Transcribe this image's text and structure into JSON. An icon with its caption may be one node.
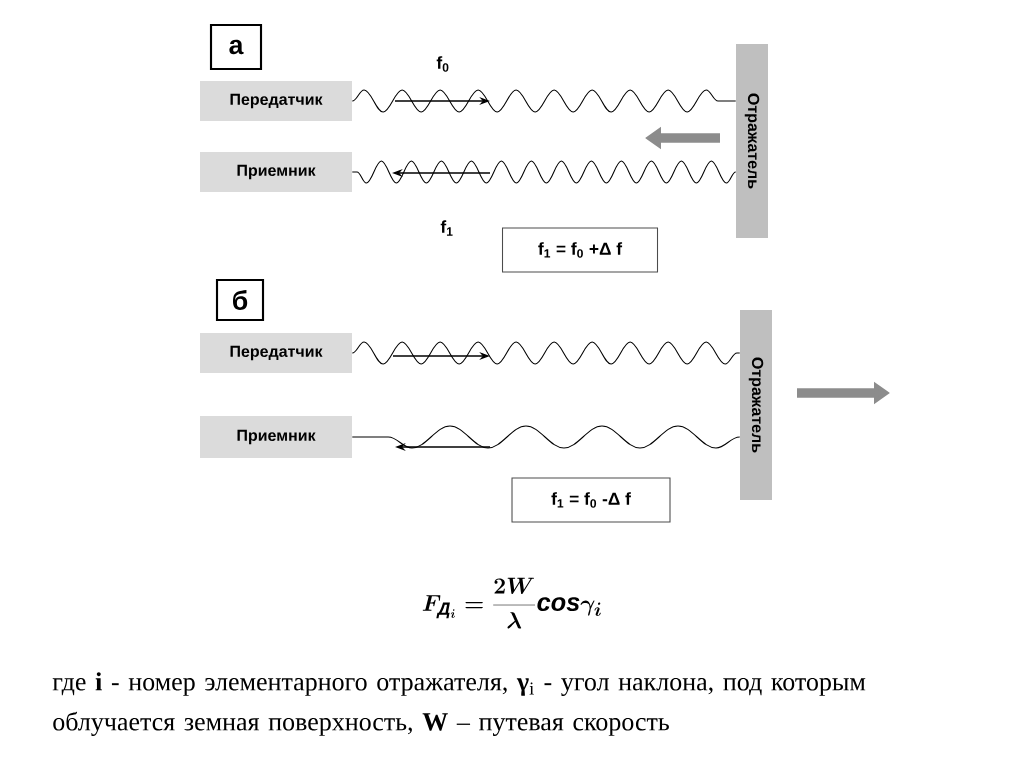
{
  "diagram": {
    "nodes": [
      {
        "text": [
          "а"
        ]
      },
      {
        "text": [
          "Передатчик"
        ]
      },
      {
        "text": [
          "Приемник"
        ]
      },
      {
        "text": [
          "Отражатель"
        ]
      },
      {
        "text": [
          "f$_{1}$ = f$_{0}$ +Δ f"
        ]
      },
      {
        "text": [
          "б"
        ]
      },
      {
        "text": [
          "Передатчик"
        ]
      },
      {
        "text": [
          "Приемник"
        ]
      },
      {
        "text": [
          "Отражатель"
        ]
      },
      {
        "text": [
          "f$_{1}$ = f$_{0}$ -Δ f"
        ]
      }
    ],
    "edges": [
      {
        "from": 1,
        "to": 3,
        "arrow": "none"
      },
      {
        "from": 3,
        "to": 2,
        "arrow": "none"
      },
      {
        "from": 6,
        "to": 8,
        "arrow": "none"
      },
      {
        "from": 8,
        "to": 7,
        "arrow": "none"
      }
    ],
    "labels": [
      "f$_{0}$",
      "f$_{1}$",
      "F_{\\mathit{Д}_{i}}=\\frac{2W}{\\lambda}\\mathit{cos}\\gamma_{i}",
      "где **i** - номер элементарного отражателя, **γ**$_{i}$ - угол наклона, под которым облучается земная поверхность, **W** – путевая скорость"
    ]
  }
}
